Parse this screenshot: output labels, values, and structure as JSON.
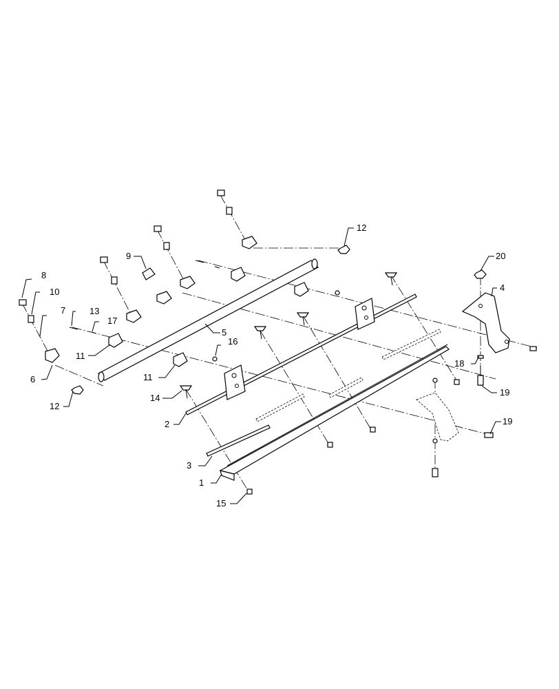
{
  "callouts": {
    "c1": "1",
    "c2": "2",
    "c3": "3",
    "c4": "4",
    "c5": "5",
    "c6": "6",
    "c7": "7",
    "c8": "8",
    "c9": "9",
    "c10": "10",
    "c11a": "11",
    "c11b": "11",
    "c12a": "12",
    "c12b": "12",
    "c13": "13",
    "c14": "14",
    "c15": "15",
    "c16": "16",
    "c17": "17",
    "c18": "18",
    "c19a": "19",
    "c19b": "19",
    "c20": "20"
  }
}
